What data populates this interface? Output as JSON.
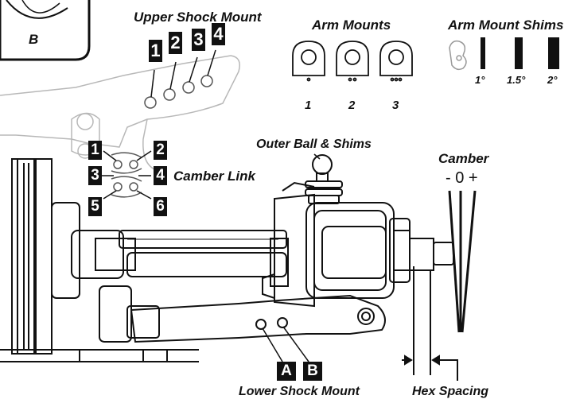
{
  "labels": {
    "corner_badge": "B",
    "upper_shock_mount": "Upper Shock Mount",
    "arm_mounts": "Arm Mounts",
    "arm_mount_shims": "Arm Mount Shims",
    "outer_ball_shims": "Outer Ball & Shims",
    "camber": "Camber",
    "camber_scale": "- 0 +",
    "camber_link": "Camber Link",
    "lower_shock_mount": "Lower Shock Mount",
    "hex_spacing": "Hex Spacing"
  },
  "upper_shock_positions": [
    "1",
    "2",
    "3",
    "4"
  ],
  "arm_mounts": [
    "1",
    "2",
    "3"
  ],
  "arm_mount_shims": [
    "1°",
    "1.5°",
    "2°"
  ],
  "camber_link_positions": [
    "1",
    "2",
    "3",
    "4",
    "5",
    "6"
  ],
  "lower_shock_positions": [
    "A",
    "B"
  ],
  "colors": {
    "ink": "#111111",
    "paper": "#ffffff",
    "line_gray": "#bdbdbd"
  }
}
